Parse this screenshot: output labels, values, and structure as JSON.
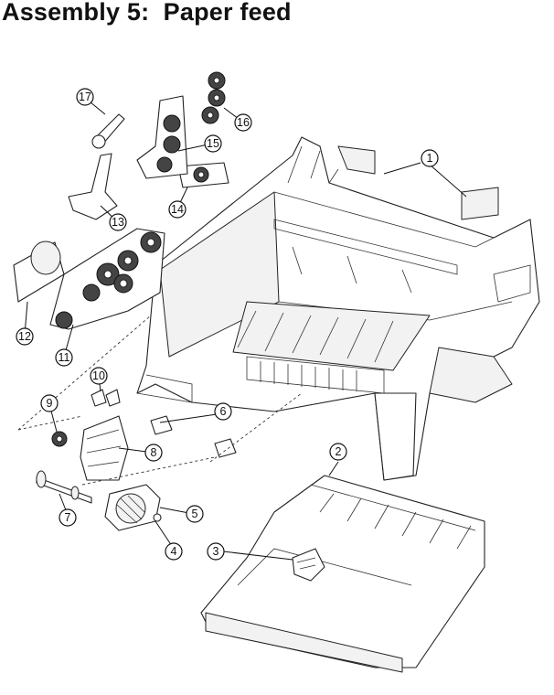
{
  "title": "Assembly 5:  Paper feed",
  "callouts": [
    "1",
    "2",
    "3",
    "4",
    "5",
    "6",
    "7",
    "8",
    "9",
    "10",
    "11",
    "12",
    "13",
    "14",
    "15",
    "16",
    "17"
  ]
}
